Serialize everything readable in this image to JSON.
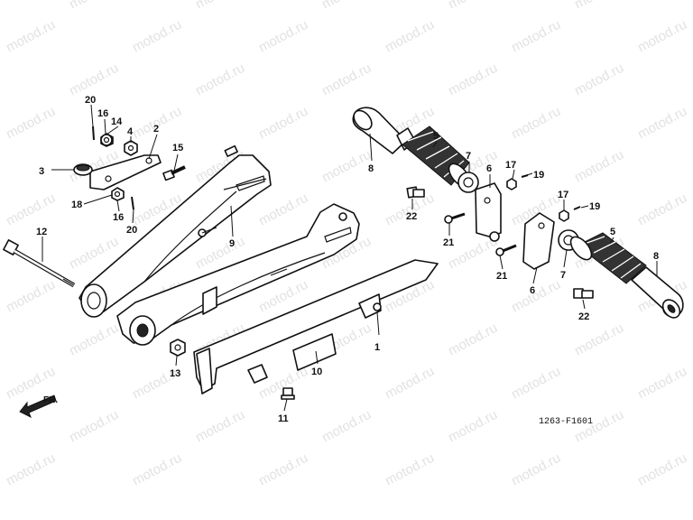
{
  "diagram": {
    "watermark": "motod.ru",
    "drawing_code": "1263-F1601",
    "direction_label": "FR.",
    "callouts": [
      {
        "id": "c1",
        "label": "1"
      },
      {
        "id": "c2",
        "label": "2"
      },
      {
        "id": "c3",
        "label": "3"
      },
      {
        "id": "c4",
        "label": "4"
      },
      {
        "id": "c5a",
        "label": "5"
      },
      {
        "id": "c5b",
        "label": "5"
      },
      {
        "id": "c6a",
        "label": "6"
      },
      {
        "id": "c6b",
        "label": "6"
      },
      {
        "id": "c7a",
        "label": "7"
      },
      {
        "id": "c7b",
        "label": "7"
      },
      {
        "id": "c8a",
        "label": "8"
      },
      {
        "id": "c8b",
        "label": "8"
      },
      {
        "id": "c9",
        "label": "9"
      },
      {
        "id": "c10",
        "label": "10"
      },
      {
        "id": "c11",
        "label": "11"
      },
      {
        "id": "c12",
        "label": "12"
      },
      {
        "id": "c13",
        "label": "13"
      },
      {
        "id": "c14",
        "label": "14"
      },
      {
        "id": "c15",
        "label": "15"
      },
      {
        "id": "c16a",
        "label": "16"
      },
      {
        "id": "c16b",
        "label": "16"
      },
      {
        "id": "c17a",
        "label": "17"
      },
      {
        "id": "c17b",
        "label": "17"
      },
      {
        "id": "c18",
        "label": "18"
      },
      {
        "id": "c19a",
        "label": "19"
      },
      {
        "id": "c19b",
        "label": "19"
      },
      {
        "id": "c20a",
        "label": "20"
      },
      {
        "id": "c20b",
        "label": "20"
      },
      {
        "id": "c21a",
        "label": "21"
      },
      {
        "id": "c21b",
        "label": "21"
      },
      {
        "id": "c22a",
        "label": "22"
      },
      {
        "id": "c22b",
        "label": "22"
      }
    ]
  }
}
